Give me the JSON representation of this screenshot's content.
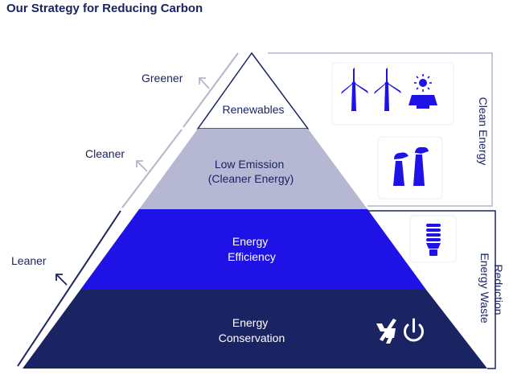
{
  "title": "Our Strategy for Reducing Carbon",
  "levels": [
    {
      "label_lines": [
        "Renewables"
      ]
    },
    {
      "label_lines": [
        "Low Emission",
        "(Cleaner Energy)"
      ]
    },
    {
      "label_lines": [
        "Energy",
        "Efficiency"
      ]
    },
    {
      "label_lines": [
        "Energy",
        "Conservation"
      ]
    }
  ],
  "arrows": [
    {
      "label": "Greener"
    },
    {
      "label": "Cleaner"
    },
    {
      "label": "Leaner"
    }
  ],
  "brackets": {
    "clean_energy": "Clean Energy",
    "waste_reduction_lines": [
      "Energy Waste",
      "Reduction"
    ]
  },
  "icons": [
    {
      "name": "wind-turbine-icon"
    },
    {
      "name": "wind-turbine-icon"
    },
    {
      "name": "solar-panel-icon"
    },
    {
      "name": "factory-chimneys-icon"
    },
    {
      "name": "efficient-bulb-icon"
    },
    {
      "name": "unplug-icon"
    },
    {
      "name": "power-icon"
    }
  ],
  "colors": {
    "title": "#1b2463",
    "renewables": "#ffffff",
    "low_emission": "#b5b7d3",
    "efficiency": "#1e12e6",
    "conservation": "#1b2463",
    "line": "#1b2463",
    "bracket": "#b3b5cc",
    "icon_fill": "#1e12e6"
  }
}
